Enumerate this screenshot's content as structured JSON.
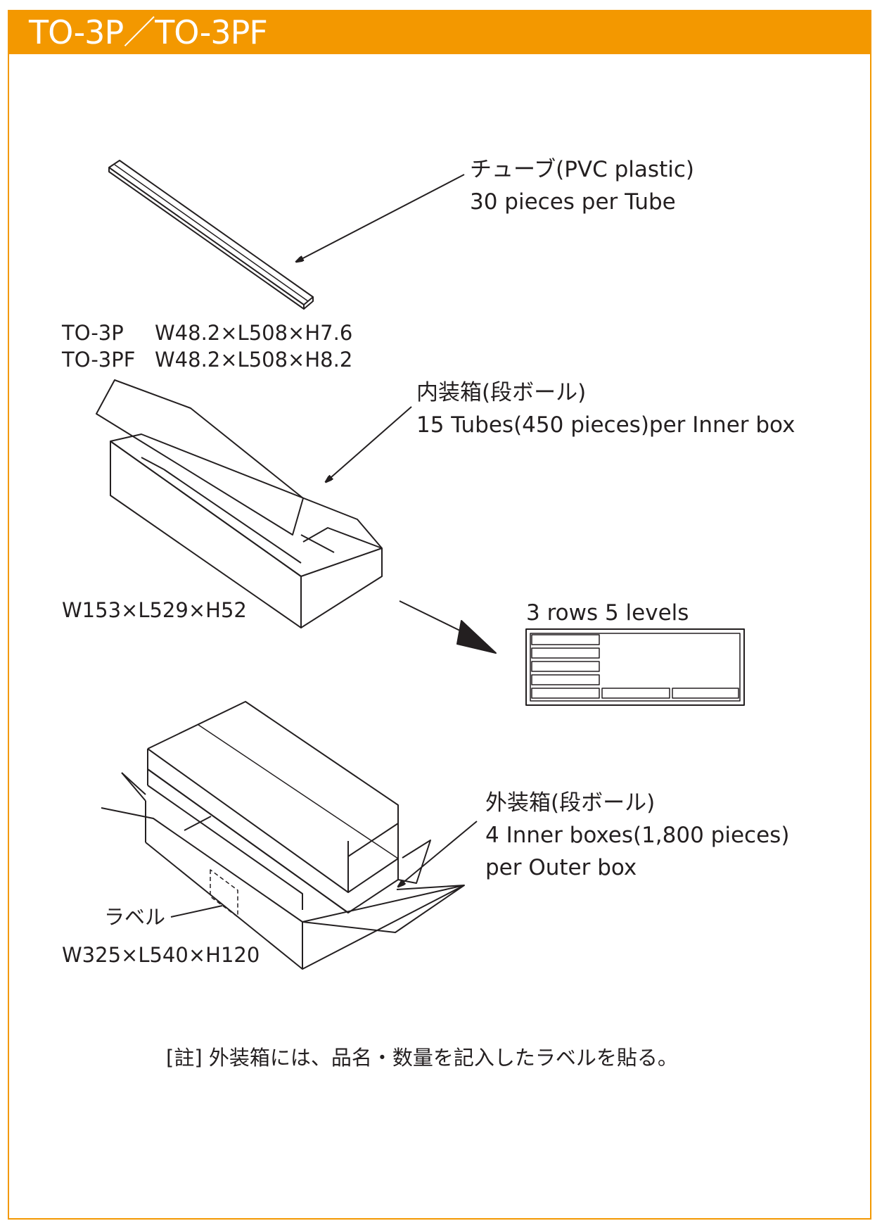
{
  "header": {
    "title": "TO-3P／TO-3PF",
    "color": "#f39800"
  },
  "tube": {
    "label_line1": "チューブ(PVC plastic)",
    "label_line2": "30 pieces per Tube",
    "dim_to3p_name": "TO-3P",
    "dim_to3p_value": "W48.2×L508×H7.6",
    "dim_to3pf_name": "TO-3PF",
    "dim_to3pf_value": "W48.2×L508×H8.2"
  },
  "inner_box": {
    "label_line1": "内装箱(段ボール)",
    "label_line2": "15 Tubes(450 pieces)per Inner box",
    "dimensions": "W153×L529×H52"
  },
  "arrangement": {
    "label": "3 rows 5 levels"
  },
  "outer_box": {
    "label_line1": "外装箱(段ボール)",
    "label_line2": "4 Inner boxes(1,800 pieces)",
    "label_line3": "per Outer box",
    "label_tag": "ラベル",
    "dimensions": "W325×L540×H120"
  },
  "note": "[註] 外装箱には、品名・数量を記入したラベルを貼る。"
}
